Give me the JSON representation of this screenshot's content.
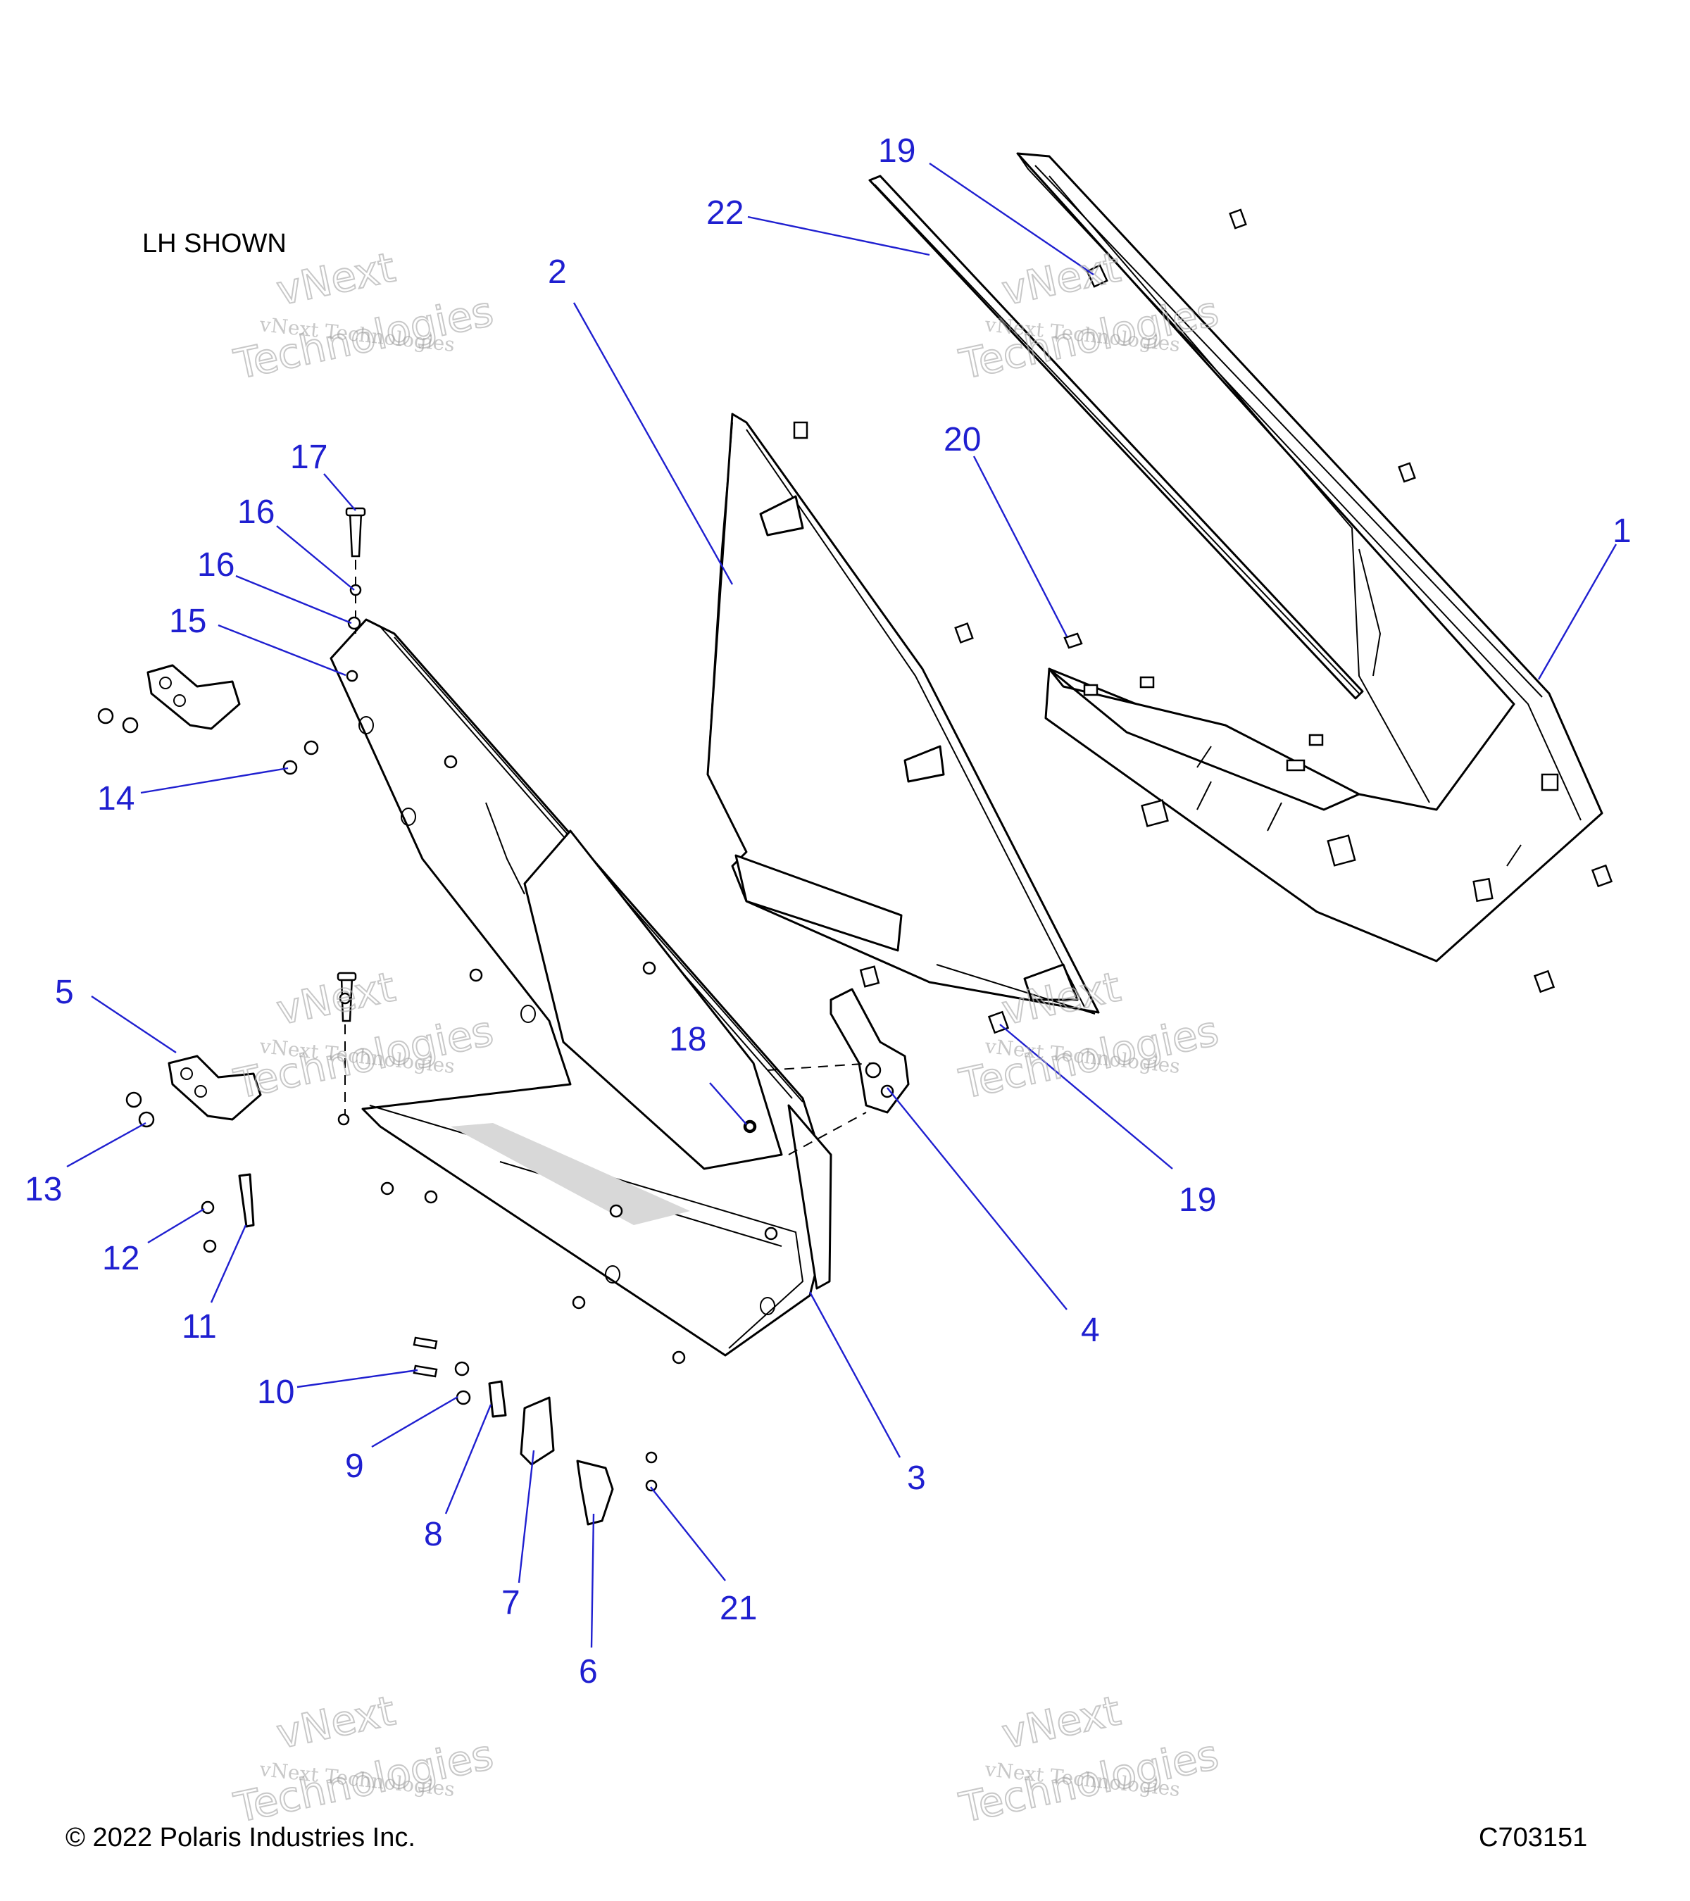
{
  "note": "LH SHOWN",
  "copyright": "© 2022 Polaris Industries Inc.",
  "diagram_id": "C703151",
  "watermark": {
    "line1": "vNext Technologies",
    "line2": "vNext",
    "line3": "Technologies"
  },
  "callouts": [
    {
      "id": "1",
      "text": "1"
    },
    {
      "id": "2",
      "text": "2"
    },
    {
      "id": "3",
      "text": "3"
    },
    {
      "id": "4",
      "text": "4"
    },
    {
      "id": "5",
      "text": "5"
    },
    {
      "id": "6",
      "text": "6"
    },
    {
      "id": "7",
      "text": "7"
    },
    {
      "id": "8",
      "text": "8"
    },
    {
      "id": "9",
      "text": "9"
    },
    {
      "id": "10",
      "text": "10"
    },
    {
      "id": "11",
      "text": "11"
    },
    {
      "id": "12",
      "text": "12"
    },
    {
      "id": "13",
      "text": "13"
    },
    {
      "id": "14",
      "text": "14"
    },
    {
      "id": "15",
      "text": "15"
    },
    {
      "id": "16a",
      "text": "16"
    },
    {
      "id": "16b",
      "text": "16"
    },
    {
      "id": "17",
      "text": "17"
    },
    {
      "id": "18",
      "text": "18"
    },
    {
      "id": "19a",
      "text": "19"
    },
    {
      "id": "19b",
      "text": "19"
    },
    {
      "id": "20",
      "text": "20"
    },
    {
      "id": "21",
      "text": "21"
    },
    {
      "id": "22",
      "text": "22"
    }
  ]
}
